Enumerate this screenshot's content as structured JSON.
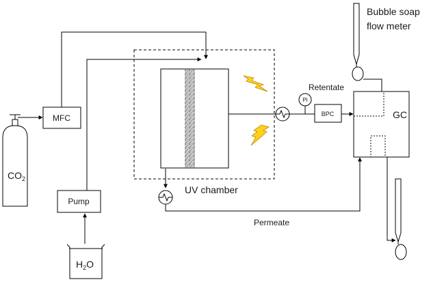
{
  "labels": {
    "co2_main": "CO",
    "co2_sub": "2",
    "mfc": "MFC",
    "pump": "Pump",
    "h2o_h": "H",
    "h2o_sub": "2",
    "h2o_o": "O",
    "uv_chamber": "UV chamber",
    "retentate": "Retentate",
    "pi": "PI",
    "bpc": "BPC",
    "gc": "GC",
    "permeate": "Permeate",
    "bubble_line1": "Bubble soap",
    "bubble_line2": "flow meter"
  },
  "colors": {
    "lightning_fill": "#ffd21a",
    "lightning_stroke": "#b8860b",
    "membrane": "#9a9a9a",
    "line": "#000000"
  }
}
